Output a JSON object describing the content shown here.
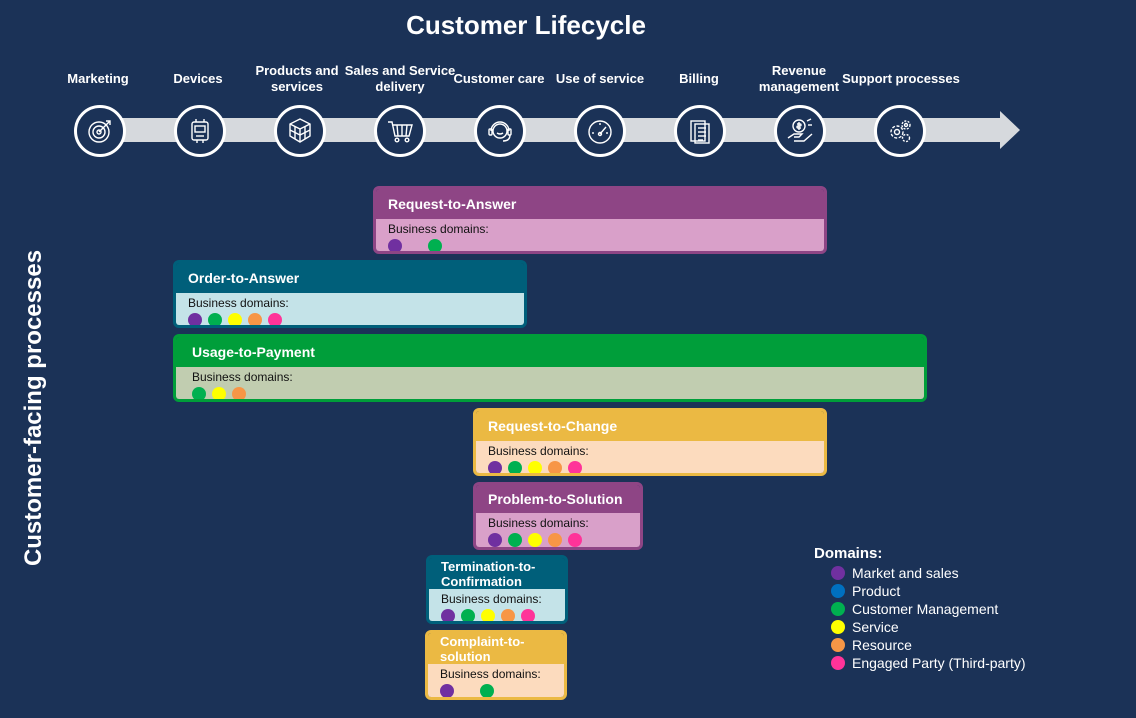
{
  "title": "Customer Lifecycle",
  "side_label": "Customer-facing processes",
  "stages": [
    {
      "label": "Marketing",
      "icon": "target-icon"
    },
    {
      "label": "Devices",
      "icon": "router-icon"
    },
    {
      "label": "Products and services",
      "icon": "cubes-icon"
    },
    {
      "label": "Sales and Service delivery",
      "icon": "cart-icon"
    },
    {
      "label": "Customer care",
      "icon": "headset-icon"
    },
    {
      "label": "Use of service",
      "icon": "gauge-icon"
    },
    {
      "label": "Billing",
      "icon": "invoice-icon"
    },
    {
      "label": "Revenue management",
      "icon": "money-hand-icon"
    },
    {
      "label": "Support processes",
      "icon": "gears-icon"
    }
  ],
  "domains_label": "Business domains:",
  "processes": [
    {
      "name": "Request-to-Answer",
      "domains": [
        "market_sales",
        "none",
        "customer_mgmt"
      ]
    },
    {
      "name": "Order-to-Answer",
      "domains": [
        "market_sales",
        "customer_mgmt",
        "service",
        "resource",
        "engaged_party"
      ]
    },
    {
      "name": "Usage-to-Payment",
      "domains": [
        "customer_mgmt",
        "service",
        "resource"
      ]
    },
    {
      "name": "Request-to-Change",
      "domains": [
        "market_sales",
        "customer_mgmt",
        "service",
        "resource",
        "engaged_party"
      ]
    },
    {
      "name": "Problem-to-Solution",
      "domains": [
        "market_sales",
        "customer_mgmt",
        "service",
        "resource",
        "engaged_party"
      ]
    },
    {
      "name": "Termination-to-Confirmation",
      "domains": [
        "market_sales",
        "customer_mgmt",
        "service",
        "resource",
        "engaged_party"
      ]
    },
    {
      "name": "Complaint-to-solution",
      "domains": [
        "market_sales",
        "none",
        "customer_mgmt"
      ]
    }
  ],
  "legend": {
    "title": "Domains:",
    "items": [
      {
        "key": "market_sales",
        "label": "Market and sales",
        "color": "#7030a0"
      },
      {
        "key": "product",
        "label": "Product",
        "color": "#0070c0"
      },
      {
        "key": "customer_mgmt",
        "label": "Customer Management",
        "color": "#00b050"
      },
      {
        "key": "service",
        "label": "Service",
        "color": "#ffff00"
      },
      {
        "key": "resource",
        "label": "Resource",
        "color": "#f79646"
      },
      {
        "key": "engaged_party",
        "label": "Engaged Party (Third-party)",
        "color": "#ff3399"
      }
    ]
  },
  "colors": {
    "background": "#1b3257",
    "purple_head": "#8e4585",
    "purple_body": "#d9a0c9",
    "teal_head": "#005f7a",
    "teal_body": "#c4e3e8",
    "green_head": "#009e3a",
    "green_body": "#c1cdb0",
    "yellow_head": "#ebb943",
    "yellow_body": "#fcdbbe"
  }
}
